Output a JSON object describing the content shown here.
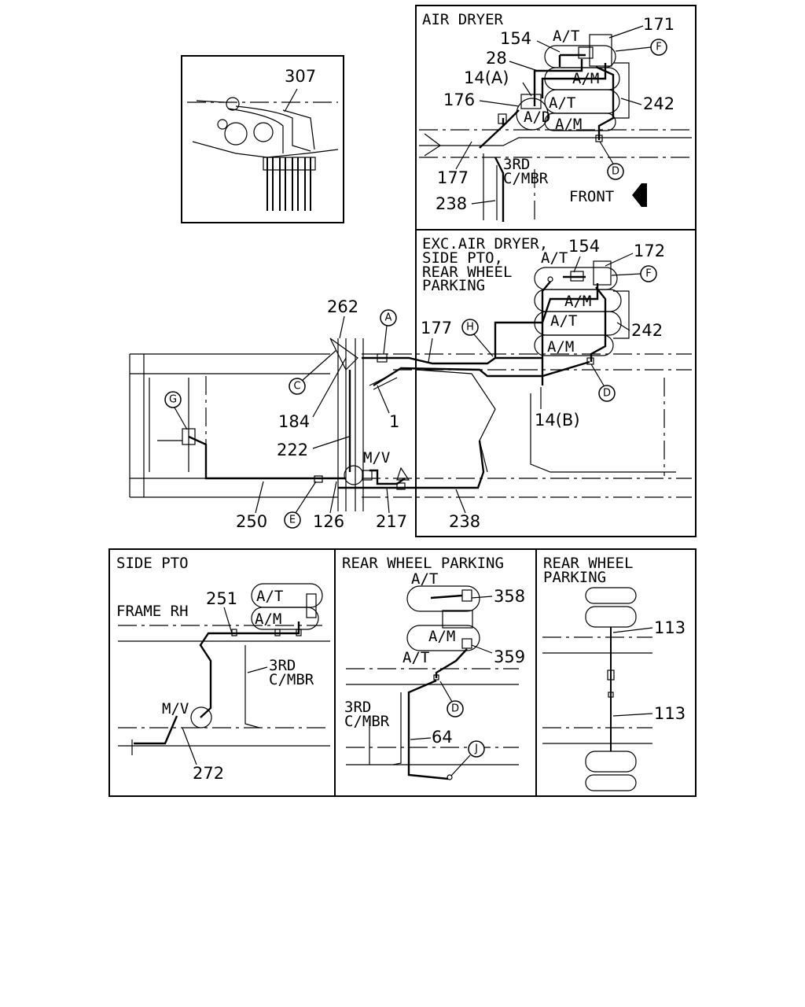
{
  "panels": {
    "detail": {
      "callout": "307"
    },
    "air_dryer": {
      "title": "AIR DRYER",
      "labels": [
        "A/T",
        "A/M",
        "A/T",
        "A/M"
      ],
      "callouts": [
        "171",
        "154",
        "28",
        "14(A)",
        "176",
        "242",
        "177",
        "238"
      ],
      "member": [
        "3RD",
        "C/MBR"
      ],
      "front": "FRONT",
      "markers": [
        "F",
        "D"
      ],
      "tank_marker": "A/D"
    },
    "exc_air_dryer": {
      "title_lines": [
        "EXC.AIR DRYER,",
        "SIDE PTO,",
        "REAR WHEEL",
        "PARKING"
      ],
      "labels": [
        "A/T",
        "A/M",
        "A/T",
        "A/M"
      ],
      "callouts": [
        "154",
        "172",
        "242",
        "14(B)"
      ],
      "markers": [
        "F",
        "D"
      ]
    },
    "main": {
      "callouts": [
        "262",
        "177",
        "184",
        "1",
        "222",
        "250",
        "126",
        "217",
        "238"
      ],
      "mv": "M/V",
      "markers": [
        "A",
        "H",
        "C",
        "G",
        "E"
      ]
    },
    "side_pto": {
      "title": "SIDE PTO",
      "frame": "FRAME RH",
      "labels": [
        "A/T",
        "A/M"
      ],
      "callouts": [
        "251",
        "272"
      ],
      "member": [
        "3RD",
        "C/MBR"
      ],
      "mv": "M/V"
    },
    "rear_wheel_parking": {
      "title": "REAR WHEEL PARKING",
      "labels": [
        "A/T",
        "A/M",
        "A/T"
      ],
      "callouts": [
        "358",
        "359",
        "64"
      ],
      "member": [
        "3RD",
        "C/MBR"
      ],
      "markers": [
        "D",
        "J"
      ]
    },
    "rear_wheel_parking_2": {
      "title_lines": [
        "REAR WHEEL",
        "PARKING"
      ],
      "callouts": [
        "113",
        "113"
      ]
    }
  }
}
